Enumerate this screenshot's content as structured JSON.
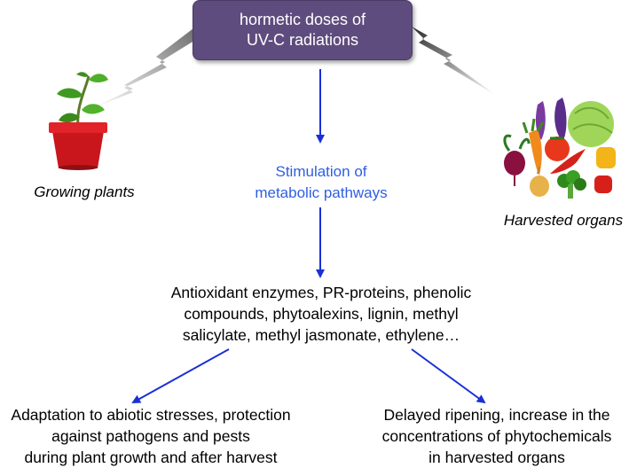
{
  "uv_box": {
    "label": "hormetic  doses of\nUV-C radiations",
    "color": "#5f4c7e"
  },
  "growing_plants": {
    "label": "Growing plants"
  },
  "harvested_organs": {
    "label": "Harvested organs"
  },
  "stimulation": {
    "label": "Stimulation of\nmetabolic pathways",
    "color": "#2f5fe0"
  },
  "compounds": {
    "label": "Antioxidant enzymes, PR-proteins, phenolic\ncompounds, phytoalexins, lignin, methyl\nsalicylate, methyl jasmonate, ethylene…"
  },
  "outcome_left": {
    "label": "Adaptation to abiotic stresses, protection\nagainst pathogens and pests\nduring plant growth and after harvest"
  },
  "outcome_right": {
    "label": "Delayed ripening, increase in the\nconcentrations of phytochemicals\nin harvested organs"
  },
  "arrow_color": "#1a2fd6",
  "icons": [
    "lightning-bolt-icon",
    "potted-plant-icon",
    "vegetables-icon"
  ]
}
